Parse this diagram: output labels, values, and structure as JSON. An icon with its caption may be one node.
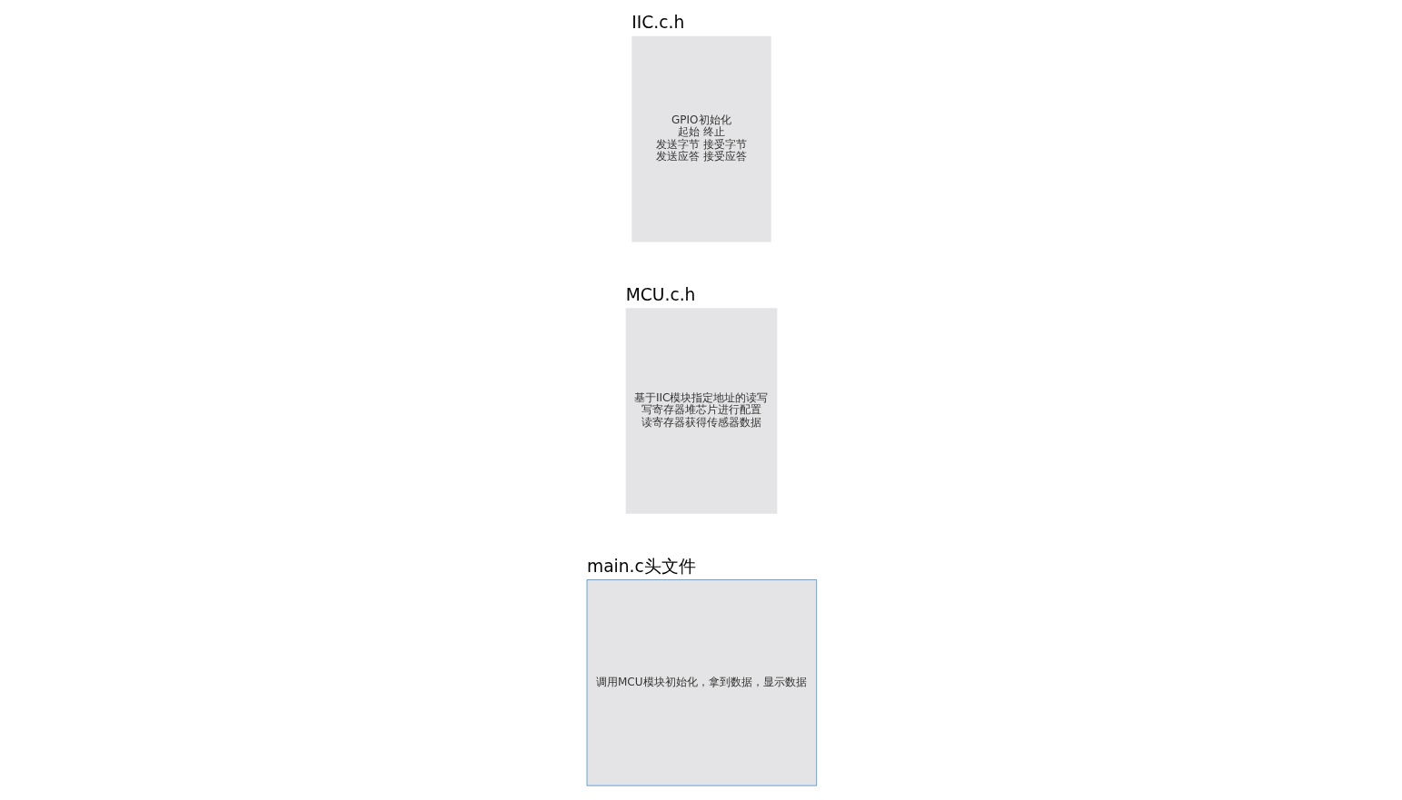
{
  "diagram": {
    "nodes": [
      {
        "text": [
          "main.c头文件",
          "调用MCU模块初始化，拿到数据，显示数据"
        ]
      },
      {
        "text": [
          "MCU.c.h",
          "基于IIC模块指定地址的读写",
          "写寄存器堆芯片进行配置",
          "读寄存器获得传感器数据"
        ]
      },
      {
        "text": [
          "IIC.c.h",
          "GPIO初始化",
          "起始 终止",
          "发送字节 接受字节",
          "发送应答 接受应答"
        ]
      }
    ],
    "edges": []
  }
}
